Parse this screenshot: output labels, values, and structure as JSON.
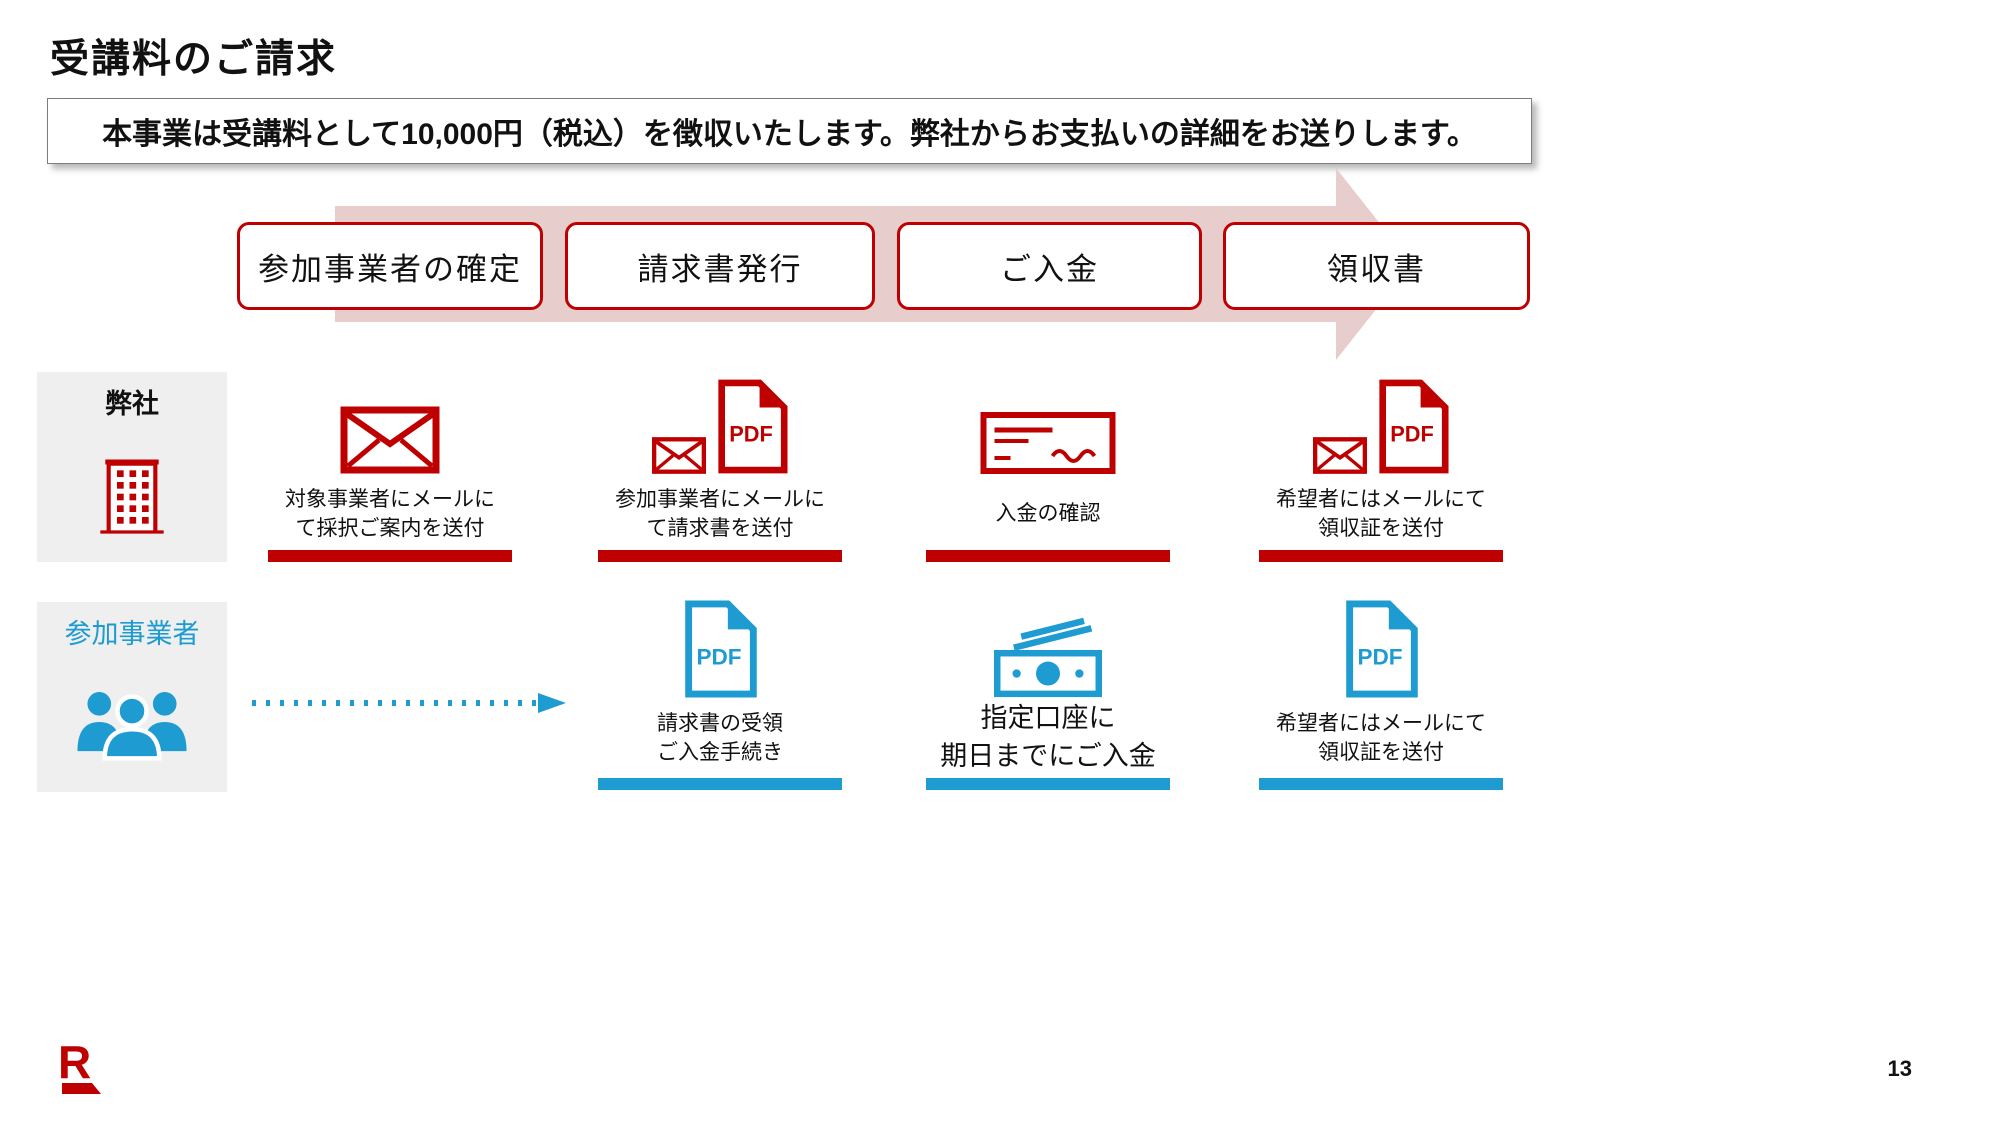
{
  "slide": {
    "title": "受講料のご請求",
    "notice": "本事業は受講料として10,000円（税込）を徴収いたします。弊社からお支払いの詳細をお送りします。",
    "page_number": "13",
    "logo_letter": "R"
  },
  "process": {
    "steps": [
      {
        "label": "参加事業者の確定"
      },
      {
        "label": "請求書発行"
      },
      {
        "label": "ご入金"
      },
      {
        "label": "領収書"
      }
    ]
  },
  "rows": [
    {
      "label": "弊社",
      "icon": "building-icon",
      "cells": [
        {
          "icon": "envelope-icon",
          "text": "対象事業者にメールに\nて採択ご案内を送付"
        },
        {
          "icon": "envelope-pdf-icon",
          "text": "参加事業者にメールに\nて請求書を送付"
        },
        {
          "icon": "check-icon",
          "text": "入金の確認"
        },
        {
          "icon": "envelope-pdf-icon",
          "text": "希望者にはメールにて\n領収証を送付"
        }
      ]
    },
    {
      "label": "参加事業者",
      "icon": "people-icon",
      "cells": [
        {
          "icon": "dotted-arrow-icon",
          "text": ""
        },
        {
          "icon": "pdf-icon",
          "text": "請求書の受領\nご入金手続き"
        },
        {
          "icon": "money-icon",
          "text": "指定口座に\n期日までにご入金"
        },
        {
          "icon": "pdf-icon",
          "text": "希望者にはメールにて\n領収証を送付"
        }
      ]
    }
  ],
  "icons": {
    "pdf_label": "PDF"
  },
  "colors": {
    "red": "#BF0000",
    "blue": "#1E9BD1",
    "arrow_pink": "#E8CDCD",
    "label_bg": "#EFEFEF"
  }
}
